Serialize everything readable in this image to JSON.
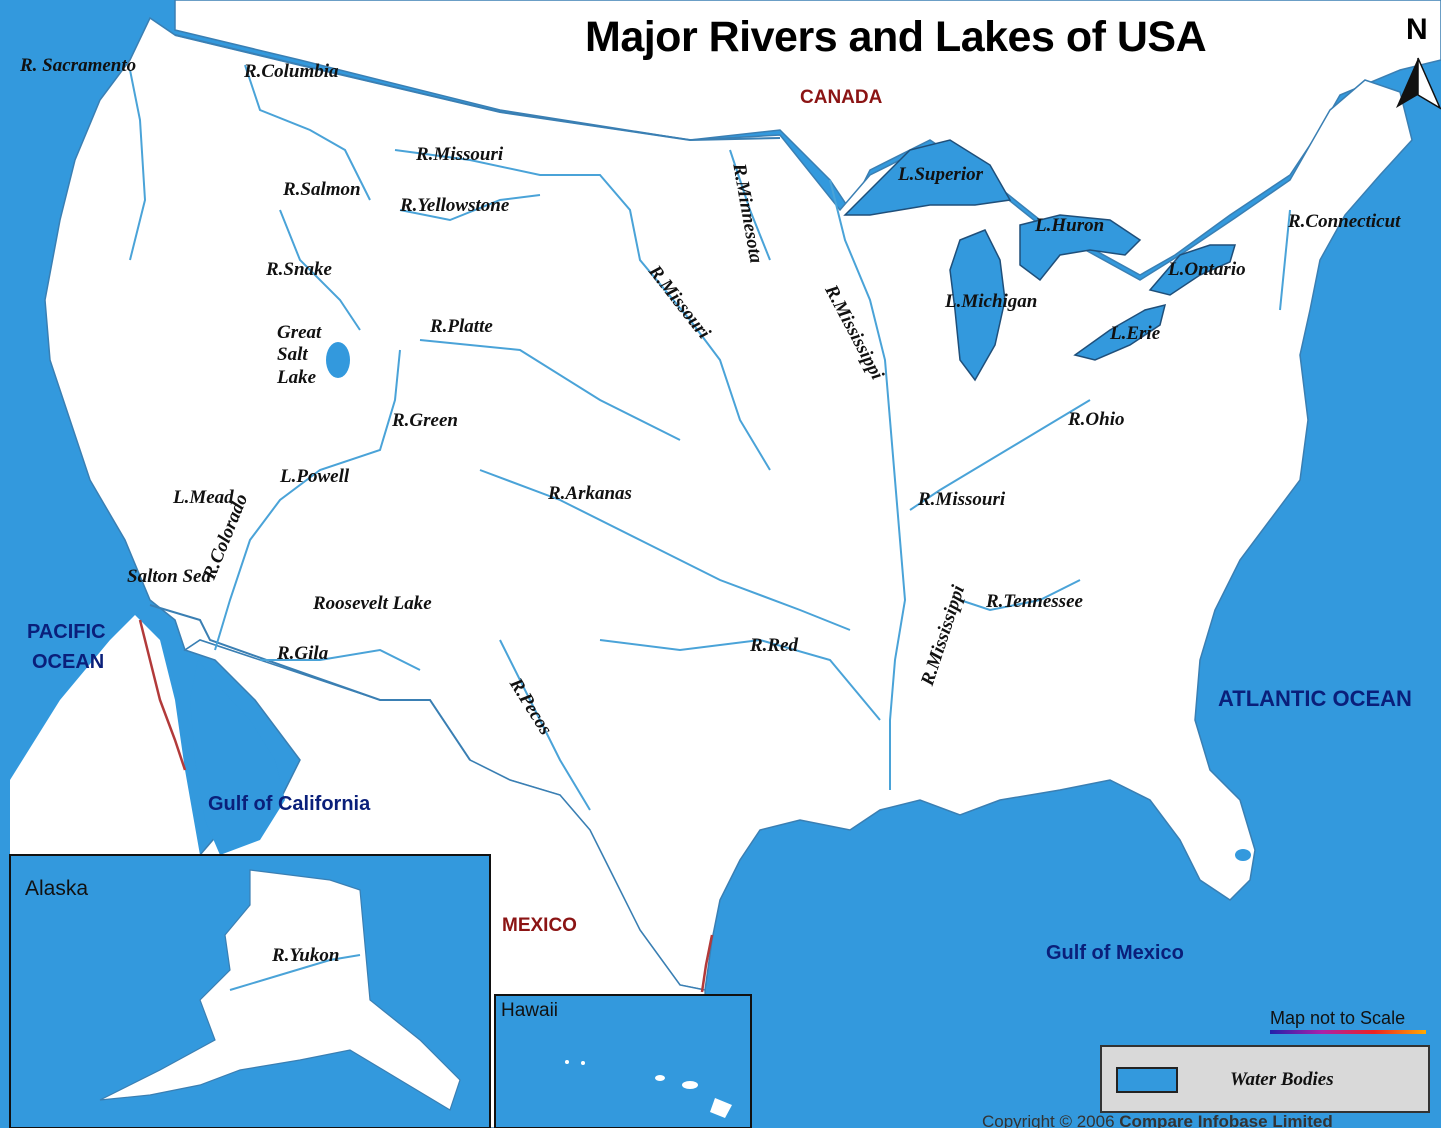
{
  "title": "Major Rivers and Lakes of USA",
  "north_label": "N",
  "countries": {
    "canada": "CANADA",
    "mexico": "MEXICO"
  },
  "water_bodies": {
    "pacific_line1": "PACIFIC",
    "pacific_line2": "OCEAN",
    "atlantic": "ATLANTIC OCEAN",
    "gulf_california": "Gulf of California",
    "gulf_mexico": "Gulf of Mexico"
  },
  "rivers": {
    "sacramento": "R. Sacramento",
    "columbia": "R.Columbia",
    "missouri_north": "R.Missouri",
    "salmon": "R.Salmon",
    "yellowstone": "R.Yellowstone",
    "snake": "R.Snake",
    "platte": "R.Platte",
    "green": "R.Green",
    "arkanas": "R.Arkanas",
    "colorado": "R.Colorado",
    "gila": "R.Gila",
    "pecos": "R.Pecos",
    "red": "R.Red",
    "minnesota": "R.Minnesota",
    "mississippi_north": "R.Mississippi",
    "missouri_plains": "R.Missouri",
    "missouri_east": "R.Missouri",
    "mississippi_south": "R.Mississippi",
    "ohio": "R.Ohio",
    "tennessee": "R.Tennessee",
    "connecticut": "R.Connecticut",
    "yukon": "R.Yukon"
  },
  "lakes": {
    "great_salt_line1": "Great",
    "great_salt_line2": "Salt",
    "great_salt_line3": "Lake",
    "powell": "L.Powell",
    "mead": "L.Mead",
    "salton": "Salton Sea",
    "roosevelt": "Roosevelt Lake",
    "superior": "L.Superior",
    "huron": "L.Huron",
    "michigan": "L.Michigan",
    "erie": "L.Erie",
    "ontario": "L.Ontario"
  },
  "insets": {
    "alaska": "Alaska",
    "hawaii": "Hawaii"
  },
  "legend": {
    "water_bodies": "Water Bodies"
  },
  "scale_note": "Map not to Scale",
  "copyright": {
    "prefix": "Copyright © 2006 ",
    "company": "Compare Infobase Limited"
  },
  "colors": {
    "water": "#3399dd",
    "river": "#4aa3d8",
    "land": "#ffffff",
    "border": "#3a7fb3",
    "country_label": "#8b1414",
    "ocean_label": "#0a1f7a"
  }
}
